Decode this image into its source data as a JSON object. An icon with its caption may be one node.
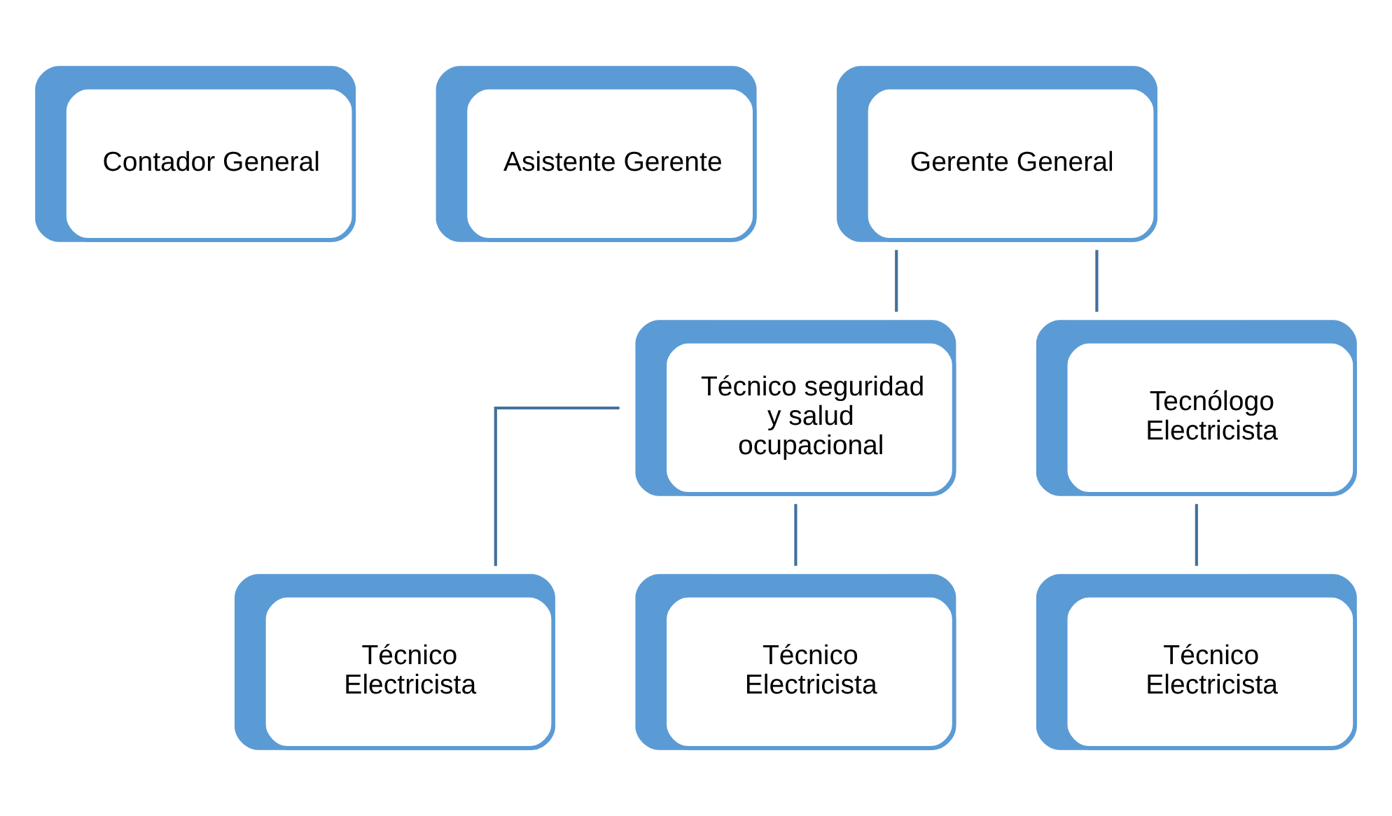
{
  "diagram": {
    "nodes": [
      {
        "text": [
          "Contador General"
        ]
      },
      {
        "text": [
          "Asistente Gerente"
        ]
      },
      {
        "text": [
          "Gerente General"
        ]
      },
      {
        "text": [
          "Técnico seguridad y salud ocupacional"
        ]
      },
      {
        "text": [
          "Tecnólogo Electricista"
        ]
      },
      {
        "text": [
          "Técnico Electricista"
        ]
      },
      {
        "text": [
          "Técnico Electricista"
        ]
      },
      {
        "text": [
          "Técnico Electricista"
        ]
      }
    ],
    "edges": [
      {
        "from": 2,
        "to": 3,
        "arrow": "none"
      },
      {
        "from": 2,
        "to": 4,
        "arrow": "none"
      },
      {
        "from": 3,
        "to": 5,
        "arrow": "none"
      },
      {
        "from": 3,
        "to": 6,
        "arrow": "none"
      },
      {
        "from": 4,
        "to": 7,
        "arrow": "none"
      }
    ]
  }
}
